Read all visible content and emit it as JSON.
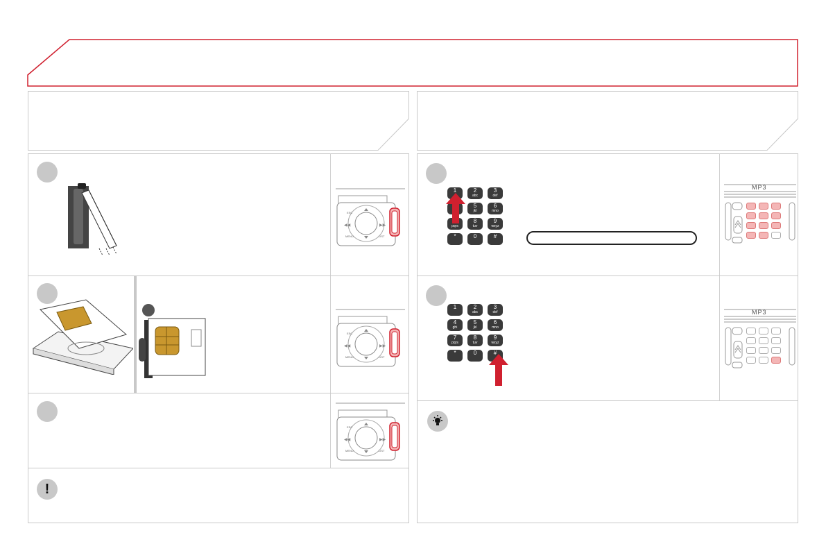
{
  "brand": {
    "accent": "#d0202f",
    "border": "#c8c8c8",
    "step_bg": "#c8c8c8"
  },
  "keypad": {
    "keys": [
      {
        "num": "1",
        "sub": ""
      },
      {
        "num": "2",
        "sub": "abc"
      },
      {
        "num": "3",
        "sub": "def"
      },
      {
        "num": "4",
        "sub": "ghi"
      },
      {
        "num": "5",
        "sub": "jkl"
      },
      {
        "num": "6",
        "sub": "mno"
      },
      {
        "num": "7",
        "sub": "pqrs"
      },
      {
        "num": "8",
        "sub": "tuv"
      },
      {
        "num": "9",
        "sub": "wxyz"
      },
      {
        "num": "*",
        "sub": ""
      },
      {
        "num": "0",
        "sub": ""
      },
      {
        "num": "#",
        "sub": ""
      }
    ]
  },
  "display_label": "MP3",
  "radio_labels": {
    "esc": "ESC",
    "menu": "MENU",
    "list": "LIST"
  },
  "icons": {
    "warning": "exclamation-icon",
    "tip": "lightbulb-icon"
  },
  "warning_symbol": "!"
}
